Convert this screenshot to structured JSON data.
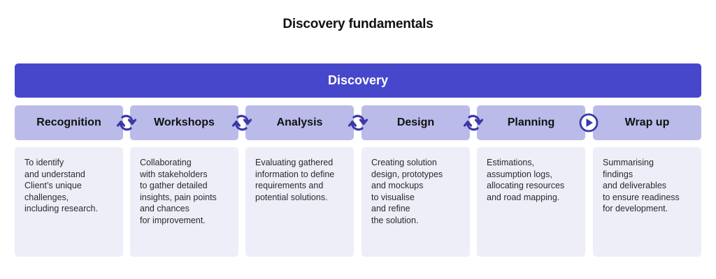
{
  "title": "Discovery fundamentals",
  "banner": {
    "label": "Discovery"
  },
  "colors": {
    "banner": "#4747cc",
    "header_bg": "#bbbbea",
    "card_bg": "#eeeef9",
    "icon": "#3a3aa8"
  },
  "stages": [
    {
      "name": "Recognition",
      "description": "To identify\nand understand\nClient’s unique\nchallenges,\nincluding research."
    },
    {
      "name": "Workshops",
      "description": "Collaborating\nwith stakeholders\nto gather detailed\ninsights, pain points\nand chances\nfor improvement."
    },
    {
      "name": "Analysis",
      "description": "Evaluating gathered\ninformation to define\nrequirements and\npotential solutions."
    },
    {
      "name": "Design",
      "description": "Creating solution\ndesign, prototypes\nand mockups\nto visualise\nand refine\nthe solution."
    },
    {
      "name": "Planning",
      "description": "Estimations,\nassumption logs,\nallocating resources\nand road mapping."
    },
    {
      "name": "Wrap up",
      "description": "Summarising\nfindings\nand deliverables\nto ensure readiness\nfor development."
    }
  ],
  "connectors": [
    {
      "icon": "cycle-arrows-icon"
    },
    {
      "icon": "cycle-arrows-icon"
    },
    {
      "icon": "cycle-arrows-icon"
    },
    {
      "icon": "cycle-arrows-icon"
    },
    {
      "icon": "play-circle-icon"
    }
  ]
}
